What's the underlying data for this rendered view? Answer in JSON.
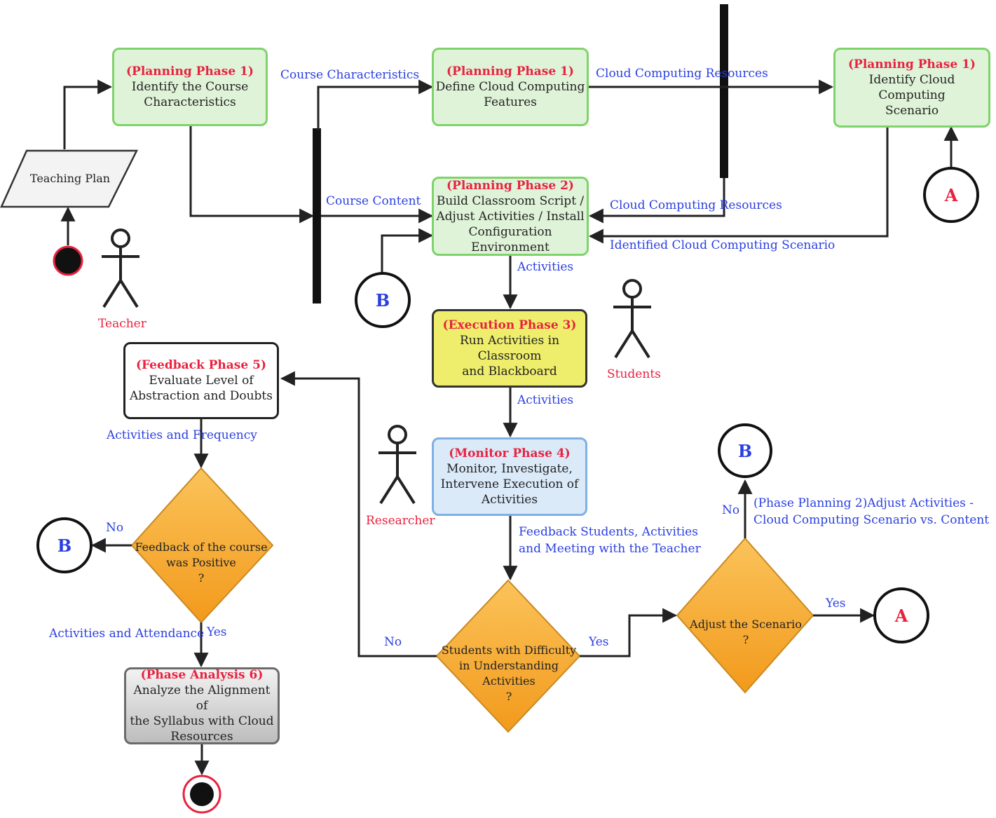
{
  "nodes": {
    "n1": {
      "phase": "(Planning Phase 1)",
      "line1": "Identify the Course",
      "line2": "Characteristics"
    },
    "n2": {
      "phase": "(Planning Phase 1)",
      "line1": "Define Cloud Computing",
      "line2": "Features"
    },
    "n3": {
      "phase": "(Planning Phase 1)",
      "line1": "Identify Cloud Computing",
      "line2": "Scenario"
    },
    "n4": {
      "phase": "(Planning Phase 2)",
      "line1": "Build Classroom Script /",
      "line2": "Adjust Activities / Install",
      "line3": "Configuration Environment"
    },
    "n5": {
      "phase": "(Execution Phase 3)",
      "line1": "Run Activities in Classroom",
      "line2": "and Blackboard"
    },
    "n6": {
      "phase": "(Monitor Phase 4)",
      "line1": "Monitor, Investigate,",
      "line2": "Intervene Execution of",
      "line3": "Activities"
    },
    "n7": {
      "phase": "(Feedback Phase 5)",
      "line1": "Evaluate Level of",
      "line2": "Abstraction and Doubts"
    },
    "n8": {
      "phase": "(Phase Analysis 6)",
      "line1": "Analyze the Alignment of",
      "line2": "the Syllabus with Cloud",
      "line3": "Resources"
    }
  },
  "teaching_plan": "Teaching Plan",
  "diamonds": {
    "d1": {
      "line1": "Feedback of the course",
      "line2": "was Positive",
      "line3": "?"
    },
    "d2": {
      "line1": "Students with Difficulty",
      "line2": "in Understanding",
      "line3": "Activities",
      "line4": "?"
    },
    "d3": {
      "line1": "Adjust the Scenario",
      "line2": "?"
    }
  },
  "connectors": {
    "a": "A",
    "b": "B"
  },
  "actors": {
    "teacher": "Teacher",
    "students": "Students",
    "researcher": "Researcher"
  },
  "labels": {
    "course_characteristics": "Course Characteristics",
    "cloud_resources_top": "Cloud Computing Resources",
    "course_content": "Course Content",
    "cloud_resources_mid": "Cloud Computing Resources",
    "identified_scenario": "Identified Cloud Computing Scenario",
    "activities_1": "Activities",
    "activities_2": "Activities",
    "activities_frequency": "Activities and Frequency",
    "feedback_students_1": "Feedback Students, Activities",
    "feedback_students_2": "and Meeting with the Teacher",
    "no_left": "No",
    "no_mid": "No",
    "yes_mid": "Yes",
    "no_right": "No",
    "yes_right": "Yes",
    "yes_bottom": "Yes",
    "activities_attendance": "Activities and Attendance",
    "adjust_note_1": "(Phase Planning 2)Adjust Activities -",
    "adjust_note_2": "Cloud Computing Scenario vs. Content"
  }
}
